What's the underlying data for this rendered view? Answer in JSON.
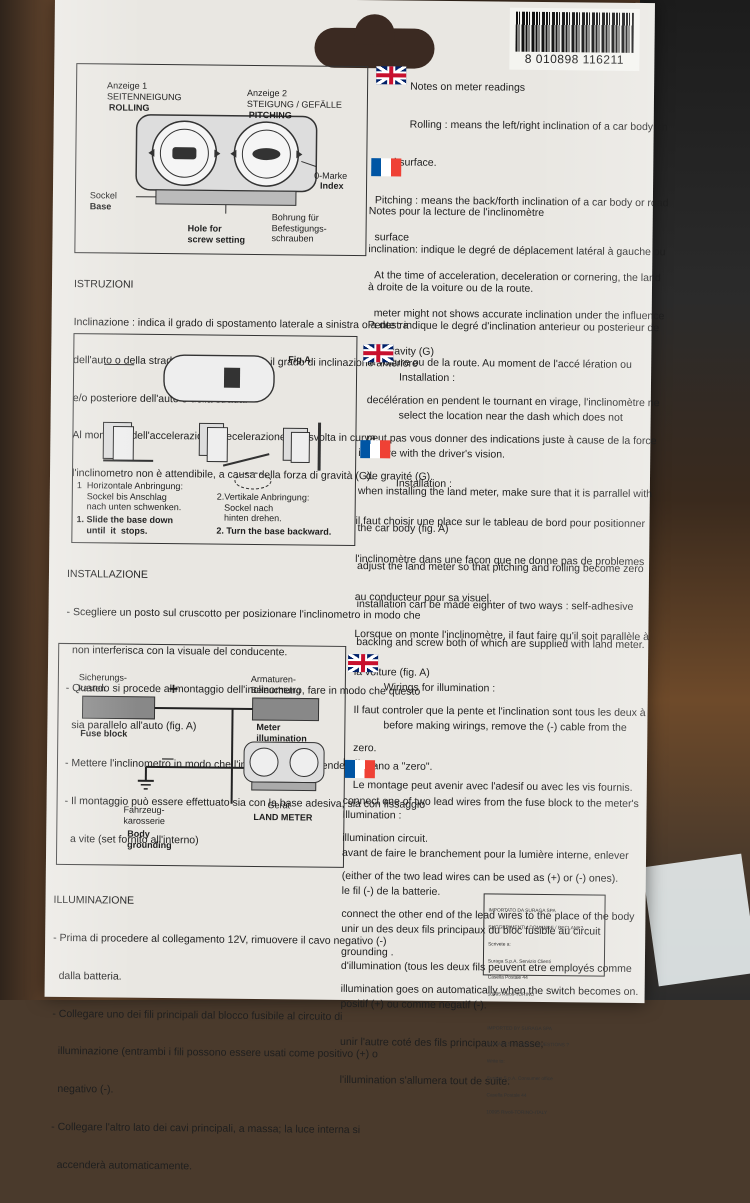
{
  "barcode": {
    "number": "8 010898 116211"
  },
  "en_notes": {
    "lines": [
      "Notes on meter readings",
      "Rolling : means the left/right inclination of a car body on",
      "road surface.",
      "Pitching : means the back/forth inclination of a car body or road",
      "surface",
      "At the time of acceleration, deceleration or cornering, the land",
      "meter might not shows accurate inclination under the influence",
      "of gravity (G)"
    ]
  },
  "fr_notes": {
    "lines": [
      "Notes pour la lecture de l'inclinomètre",
      "inclination: indique le degré de déplacement latéral à gauche ou",
      "à droite de la voiture ou de la route.",
      "Pente : indique le degré d'inclination anterieur ou posterieur de",
      "la voiture ou de la route. Au moment de l'accé lération ou",
      "decélération en pendent le tournant en virage, l'inclinomètre ne",
      "peut pas vous donner des indications juste à cause de la force",
      "de gravité (G)."
    ]
  },
  "diagram1": {
    "anzeige1": "Anzeige 1\nSEITENNEIGUNG",
    "rolling": "ROLLING",
    "anzeige2": "Anzeige 2\nSTEIGUNG / GEFÄLLE",
    "pitching": "PITCHING",
    "omarke": "0-Marke",
    "index": "Index",
    "sockel": "Sockel",
    "base": "Base",
    "hole": "Hole for\nscrew setting",
    "bohrung": "Bohrung für\nBefestigungs-\nschrauben"
  },
  "it_istruzioni": {
    "heading": "ISTRUZIONI",
    "lines": [
      "Inclinazione : indica il grado di spostamento laterale a sinistra o a destra",
      "dell'auto o della strada. Pendenza : indica il grado di inclinazione anteriore",
      "e/o posteriore dell'auto o della strada.",
      "Al momento dell'accelerazione, decelerazione o di svolta in curva,",
      "l'inclinometro non è attendibile, a causa della forza di gravità (G)."
    ]
  },
  "diagram2": {
    "figa": "Fig.A",
    "horiz": "1  Horizontale Anbringung:\n    Sockel bis Anschlag\n    nach unten schwenken.",
    "slide": "1. Slide the base down\n    until  it  stops.",
    "vert": "2.Vertikale Anbringung:\n   Sockel nach\n   hinten drehen.",
    "turn": "2. Turn the base backward."
  },
  "en_install": {
    "heading": "Installation :",
    "lines": [
      "select the location near the dash which does not",
      "interfere with the driver's vision.",
      "when installing the land meter, make sure that it is parrallel with",
      "the car body (fig. A)",
      "adjust the land meter so that pitching and rolling become zero",
      "installation can be made eighter of two ways : self-adhesive",
      "backing and screw both of which are supplied with land meter."
    ]
  },
  "fr_install": {
    "heading": "Installation :",
    "lines": [
      "il faut choisir une place sur le tableau de bord pour positionner",
      "l'inclinomètre dans une facon que ne donne pas de problemes",
      "au conducteur pour sa visuel.",
      "Lorsque on monte l'inclinomètre, il faut faire qu'il soit parallèle à",
      "la voiture (fig. A)",
      "Il faut controler que la pente et l'inclination sont tous les deux à",
      "zero.",
      "Le montage peut avenir avec l'adesif ou avec les vis fournis."
    ]
  },
  "it_install": {
    "heading": "INSTALLAZIONE",
    "lines": [
      "- Scegliere un posto sul cruscotto per posizionare l'inclinometro in modo che",
      "  non interferisca con la visuale del conducente.",
      "- Quando si procede al montaggio dell'inclinometro, fare in modo che questo",
      "  sia parallelo all'auto (fig. A)",
      "- Mettere l'inclinometro in modo che l'inclinazione e la pendenza siano a \"zero\".",
      "- Il montaggio può essere effettuato sia con la base adesiva, sia con fissaggio",
      "  a vite (set fornito all'interno)"
    ]
  },
  "diagram3": {
    "sicherung": "Sicherungs-\nkasten",
    "plus": "+",
    "armaturen": "Armaturen-\nBeleuchtung",
    "fuse": "Fuse block",
    "meterillum": "Meter\nillumination",
    "minus": "—",
    "fahrzeug": "Fahrzeug-\nkarosserie",
    "bodyground": "Body\ngrounding",
    "geraet": "Gerät",
    "landmeter": "LAND METER"
  },
  "en_wiring": {
    "heading": "Wirings for illumination :",
    "lines": [
      "before making wirings, remove the (-) cable from the",
      "battery.",
      "connect one of two lead wires from the fuse block to the meter's",
      "illumination circuit.",
      "(either of the two lead wires can be used as (+) or (-) ones).",
      "connect the other end of the lead wires to the place of the body",
      "grounding .",
      "illumination goes on automatically when the switch becomes on."
    ]
  },
  "fr_wiring": {
    "heading": "Illumination :",
    "lines": [
      "avant de faire le branchement pour la lumière interne, enlever",
      "le fil (-) de la batterie.",
      "unir un des deux fils principaux du bloc fusible au circuit",
      "d'illumination (tous les deux fils peuvent etre employés comme",
      "positif (+) ou comme negatif (-).",
      "unir l'autre coté des fils principaux a masse;",
      "l'illumination s'allumera tout de suite."
    ]
  },
  "it_illum": {
    "heading": "ILLUMINAZIONE",
    "lines": [
      "- Prima di procedere al collegamento 12V, rimuovere il cavo negativo (-)",
      "  dalla batteria.",
      "- Collegare uno dei fili principali dal blocco fusibile al circuito di",
      "  illuminazione (entrambi i fili possono essere usati come positivo (+) o",
      "  negativo (-).",
      "- Collegare l'altro lato dei cavi principali, a massa; la luce interna si",
      "  accenderà automaticamente."
    ]
  },
  "stamp": {
    "lines": [
      "IMPORTATO DA SURAGA SPA",
      "SUGGERIMENTI / DOMANDE / RECLAMI ?",
      "Scrivete a:",
      "Suraga S.p.A. Servizio Clienti",
      "Casella Postale 44",
      "10095 Rivoli-TORINO",
      "",
      "IMPORTED BY SURAGA SPA",
      "REMARKS / CLAIMS / QUESTIONS ?",
      "Write to:",
      "Suraga S.p.A. Consumer office",
      "Casella Postale 44",
      "10095 Rivoli-TORINO-ITALY"
    ]
  }
}
